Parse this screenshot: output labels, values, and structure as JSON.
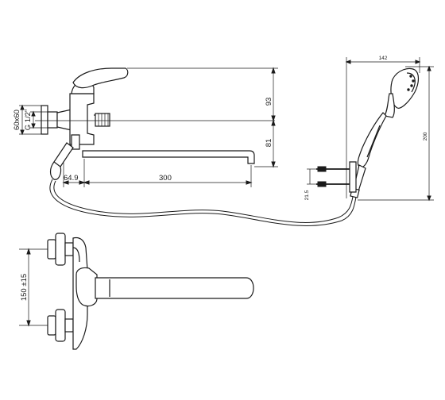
{
  "dimensions": {
    "handle_height": "93",
    "spout_height": "81",
    "spout_length": "300",
    "wall_offset": "64.9",
    "flange_size": "60x60",
    "thread": "G 1/2\"",
    "shower_width": "142",
    "shower_length": "200",
    "holder_spacing": "21.5",
    "center_distance": "150 ±15"
  }
}
